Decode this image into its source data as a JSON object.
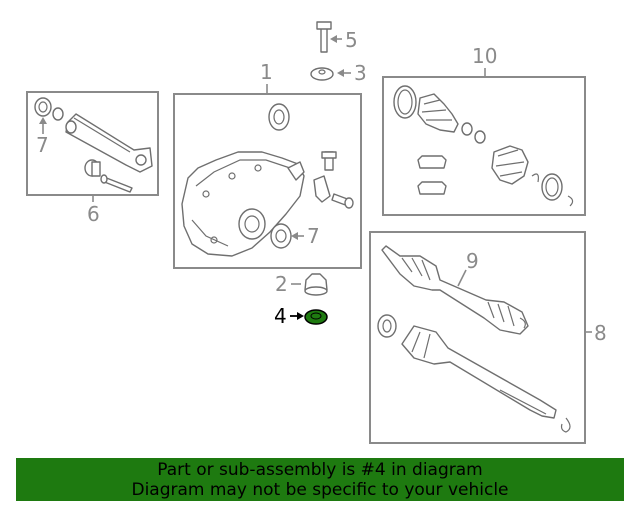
{
  "callouts": {
    "c1": "1",
    "c2": "2",
    "c3": "3",
    "c4": "4",
    "c5": "5",
    "c6": "6",
    "c7a": "7",
    "c7b": "7",
    "c8": "8",
    "c9": "9",
    "c10": "10"
  },
  "highlighted_part": "4",
  "colors": {
    "highlight_fill": "#1e7a10",
    "banner_bg": "#1e7a10",
    "line_gray": "#8a8a8a"
  },
  "banner": {
    "line1": "Part or sub-assembly is #4 in diagram",
    "line2": "Diagram may not be specific to your vehicle"
  }
}
